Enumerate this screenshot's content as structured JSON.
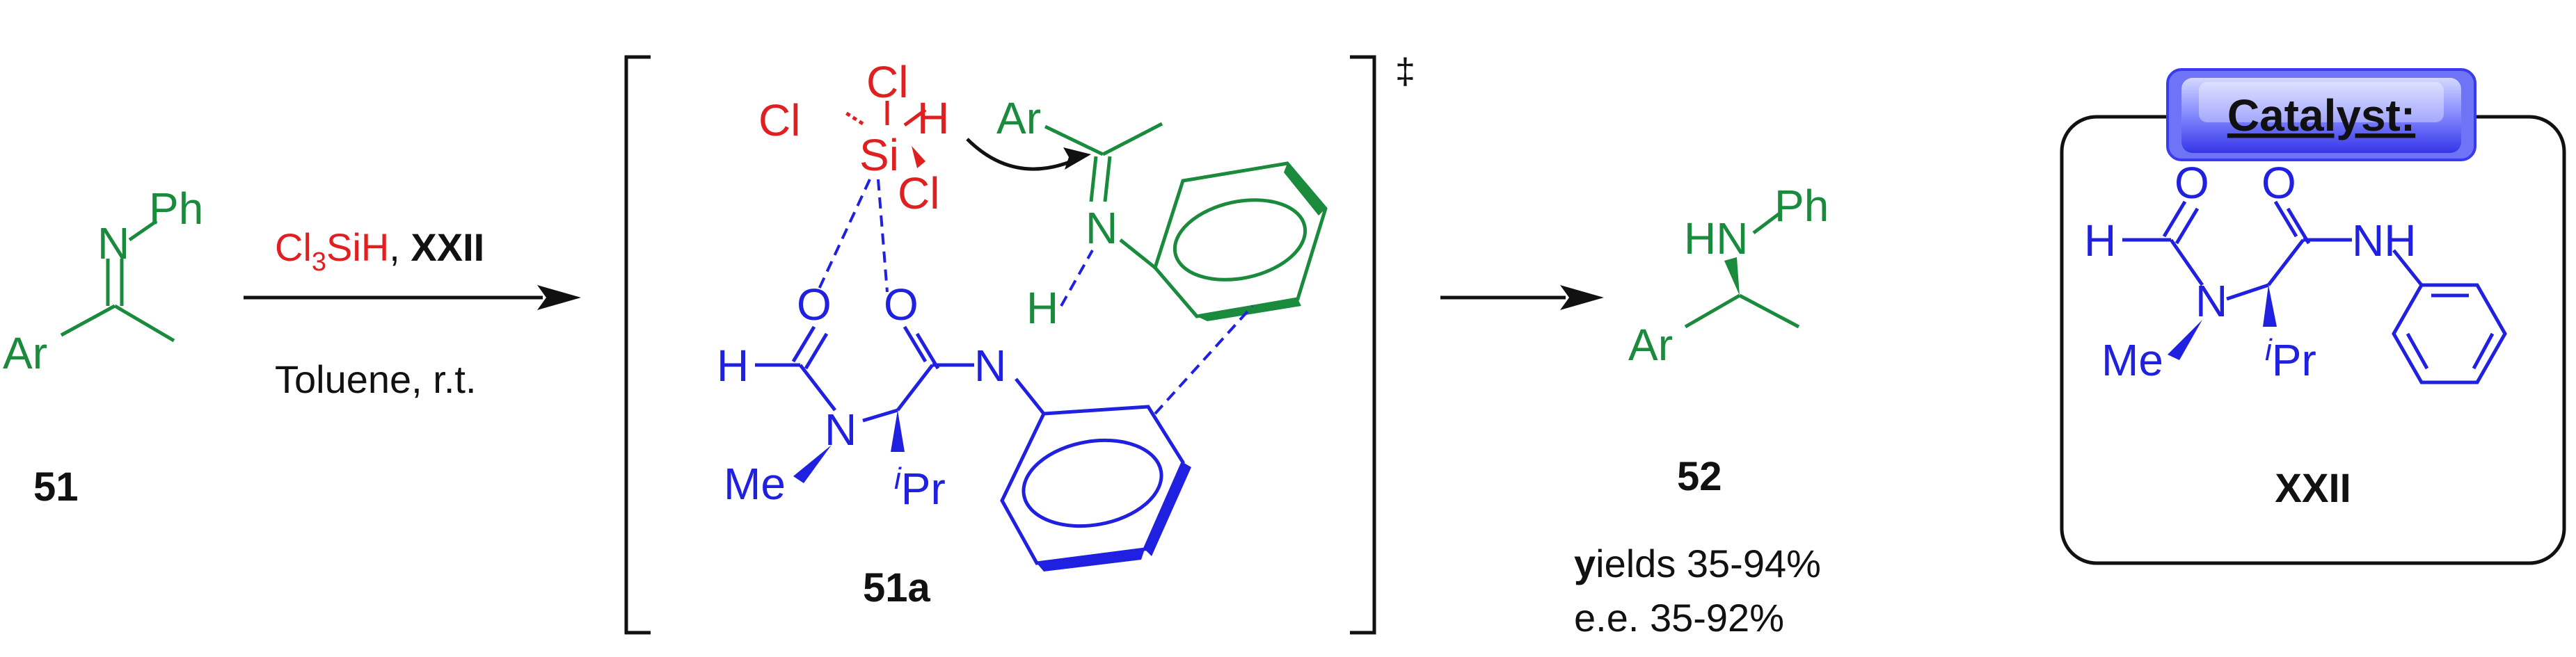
{
  "colors": {
    "green": "#1a8a3c",
    "blue": "#2020e0",
    "red": "#e02020",
    "black": "#111111",
    "badge_top": "#c8ccff",
    "badge_bottom": "#3a3aee"
  },
  "reactant": {
    "atom_n": "N",
    "atom_ph": "Ph",
    "atom_ar": "Ar",
    "label": "51"
  },
  "conditions": {
    "reagent": "Cl",
    "reagent_sub": "3",
    "reagent_tail": "SiH",
    "separator": ", ",
    "catalyst_ref": "XXII",
    "solvent": "Toluene, r.t."
  },
  "transition_state": {
    "si": "Si",
    "cl_top": "Cl",
    "cl_left": "Cl",
    "cl_right": "Cl",
    "h_si": "H",
    "ar": "Ar",
    "n_imine": "N",
    "o_left": "O",
    "o_right": "O",
    "h_formyl": "H",
    "n_amide": "N",
    "h_amide": "H",
    "n_me": "N",
    "me": "Me",
    "ipr_sup": "i",
    "ipr": "Pr",
    "dagger": "‡",
    "label": "51a"
  },
  "product": {
    "hn": "HN",
    "ph": "Ph",
    "ar": "Ar",
    "label": "52",
    "yields_bold": "y",
    "yields_rest": "ields 35-94%",
    "ee": "e.e. 35-92%"
  },
  "catalyst_box": {
    "badge": "Catalyst:",
    "o1": "O",
    "o2": "O",
    "h": "H",
    "nh": "NH",
    "n": "N",
    "me": "Me",
    "ipr_sup": "i",
    "ipr": "Pr",
    "label": "XXII"
  }
}
